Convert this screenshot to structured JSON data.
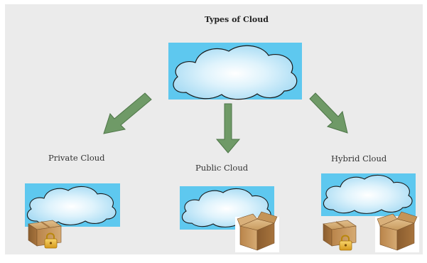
{
  "diagram": {
    "title": "Types of Cloud",
    "branches": [
      {
        "label": "Private Cloud"
      },
      {
        "label": "Public Cloud"
      },
      {
        "label": "Hybrid Cloud"
      }
    ]
  },
  "colors": {
    "panel_bg": "#ebebeb",
    "sky": "#5ec8ef",
    "cloud_core": "#ffffff",
    "cloud_edge": "#bfe6f7",
    "arrow": "#6f9a67",
    "arrow_stroke": "#4e7648",
    "box": "#c8995f",
    "box_dark": "#8e6434",
    "lock": "#e6b422"
  },
  "icons": {
    "cloud": "cloud-icon",
    "box": "box-icon",
    "lock": "padlock-icon",
    "arrow": "arrow-down-icon"
  }
}
